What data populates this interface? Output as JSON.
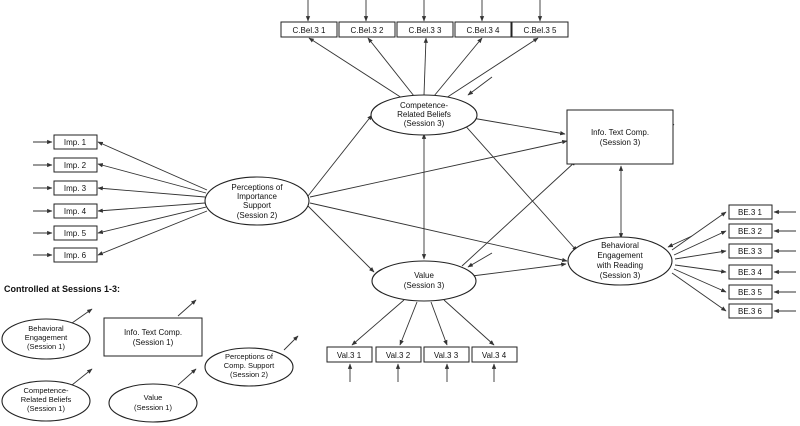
{
  "indicators": {
    "cbel": [
      "C.Bel.3 1",
      "C.Bel.3 2",
      "C.Bel.3 3",
      "C.Bel.3 4",
      "C.Bel.3 5"
    ],
    "imp": [
      "Imp. 1",
      "Imp. 2",
      "Imp. 3",
      "Imp. 4",
      "Imp. 5",
      "Imp. 6"
    ],
    "be": [
      "BE.3 1",
      "BE.3 2",
      "BE.3 3",
      "BE.3 4",
      "BE.3 5",
      "BE.3 6"
    ],
    "val": [
      "Val.3 1",
      "Val.3 2",
      "Val.3 3",
      "Val.3 4"
    ]
  },
  "latents": {
    "competence": [
      "Competence-",
      "Related Beliefs",
      "(Session 3)"
    ],
    "importance": [
      "Perceptions of",
      "Importance",
      "Support",
      "(Session 2)"
    ],
    "value": [
      "Value",
      "(Session 3)"
    ],
    "behavioral": [
      "Behavioral",
      "Engagement",
      "with Reading",
      "(Session 3)"
    ],
    "info_text": [
      "Info. Text Comp.",
      "(Session 3)"
    ]
  },
  "controls": {
    "heading": "Controlled at Sessions 1-3:",
    "behavioral": [
      "Behavioral",
      "Engagement",
      "(Session 1)"
    ],
    "info_text": [
      "Info. Text Comp.",
      "(Session 1)"
    ],
    "comp_support": [
      "Perceptions of",
      "Comp. Support",
      "(Session 2)"
    ],
    "competence": [
      "Competence-",
      "Related Beliefs",
      "(Session 1)"
    ],
    "value": [
      "Value",
      "(Session 1)"
    ]
  },
  "colors": {
    "stroke": "#222222",
    "text": "#111111",
    "background": "#ffffff"
  }
}
